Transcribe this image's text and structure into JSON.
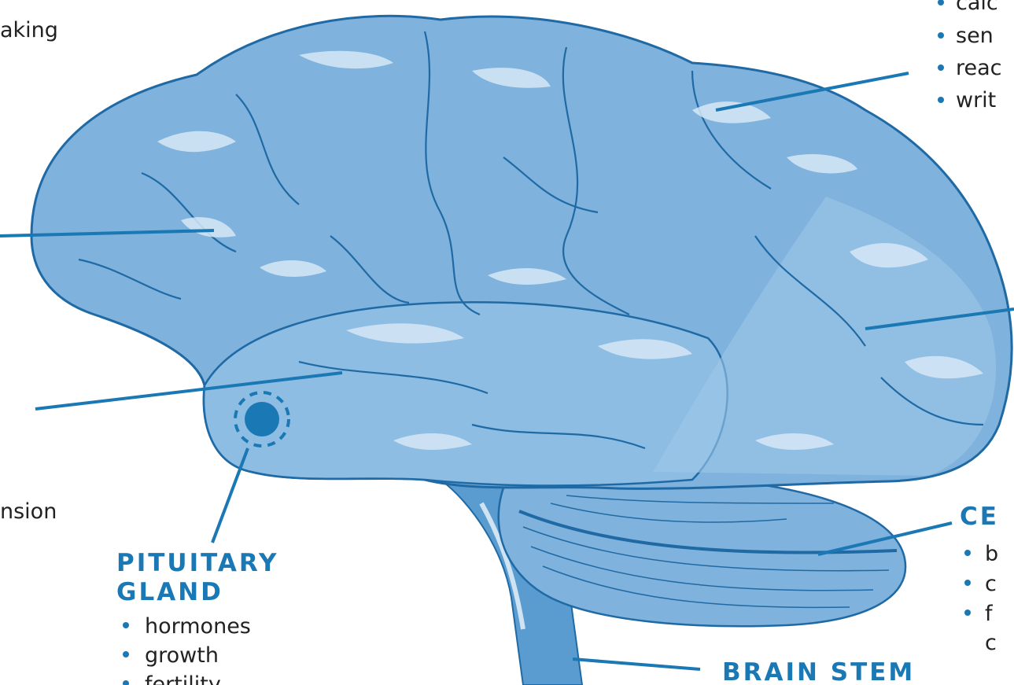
{
  "diagram": {
    "colors": {
      "accent": "#1a78b4",
      "brain_fill": "#7fb2dc",
      "brain_light": "#a6cbe9",
      "groove": "#1f6aa5",
      "text": "#222222"
    },
    "top_left_fragments": [
      "aking"
    ],
    "top_right_list": [
      "calc",
      "sen",
      "reac",
      "writ"
    ],
    "left_fragments": [
      "nsion"
    ],
    "pituitary": {
      "title_line1": "PITUITARY",
      "title_line2": "GLAND",
      "items": [
        "hormones",
        "growth",
        "fertility"
      ]
    },
    "brain_stem": {
      "title": "BRAIN STEM"
    },
    "cerebellum": {
      "title_fragment": "CE",
      "items": [
        "b",
        "c",
        "f"
      ],
      "continuation": "c"
    }
  }
}
